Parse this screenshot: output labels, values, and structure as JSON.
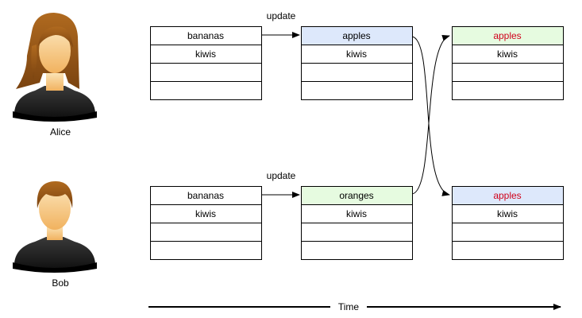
{
  "people": [
    {
      "name": "Alice"
    },
    {
      "name": "Bob"
    }
  ],
  "tables": [
    {
      "rows": [
        "bananas",
        "kiwis",
        "",
        ""
      ],
      "header_fill": "#ffffff",
      "first_row_color": "#000000"
    },
    {
      "rows": [
        "apples",
        "kiwis",
        "",
        ""
      ],
      "header_fill": "#dde8fb",
      "first_row_color": "#000000"
    },
    {
      "rows": [
        "apples",
        "kiwis",
        "",
        ""
      ],
      "header_fill": "#e6fbe0",
      "first_row_color": "#d0021b"
    },
    {
      "rows": [
        "bananas",
        "kiwis",
        "",
        ""
      ],
      "header_fill": "#ffffff",
      "first_row_color": "#000000"
    },
    {
      "rows": [
        "oranges",
        "kiwis",
        "",
        ""
      ],
      "header_fill": "#e6fbe0",
      "first_row_color": "#000000"
    },
    {
      "rows": [
        "apples",
        "kiwis",
        "",
        ""
      ],
      "header_fill": "#dde8fb",
      "first_row_color": "#d0021b"
    }
  ],
  "edge_labels": [
    "update",
    "update"
  ],
  "timeline": {
    "label": "Time"
  }
}
